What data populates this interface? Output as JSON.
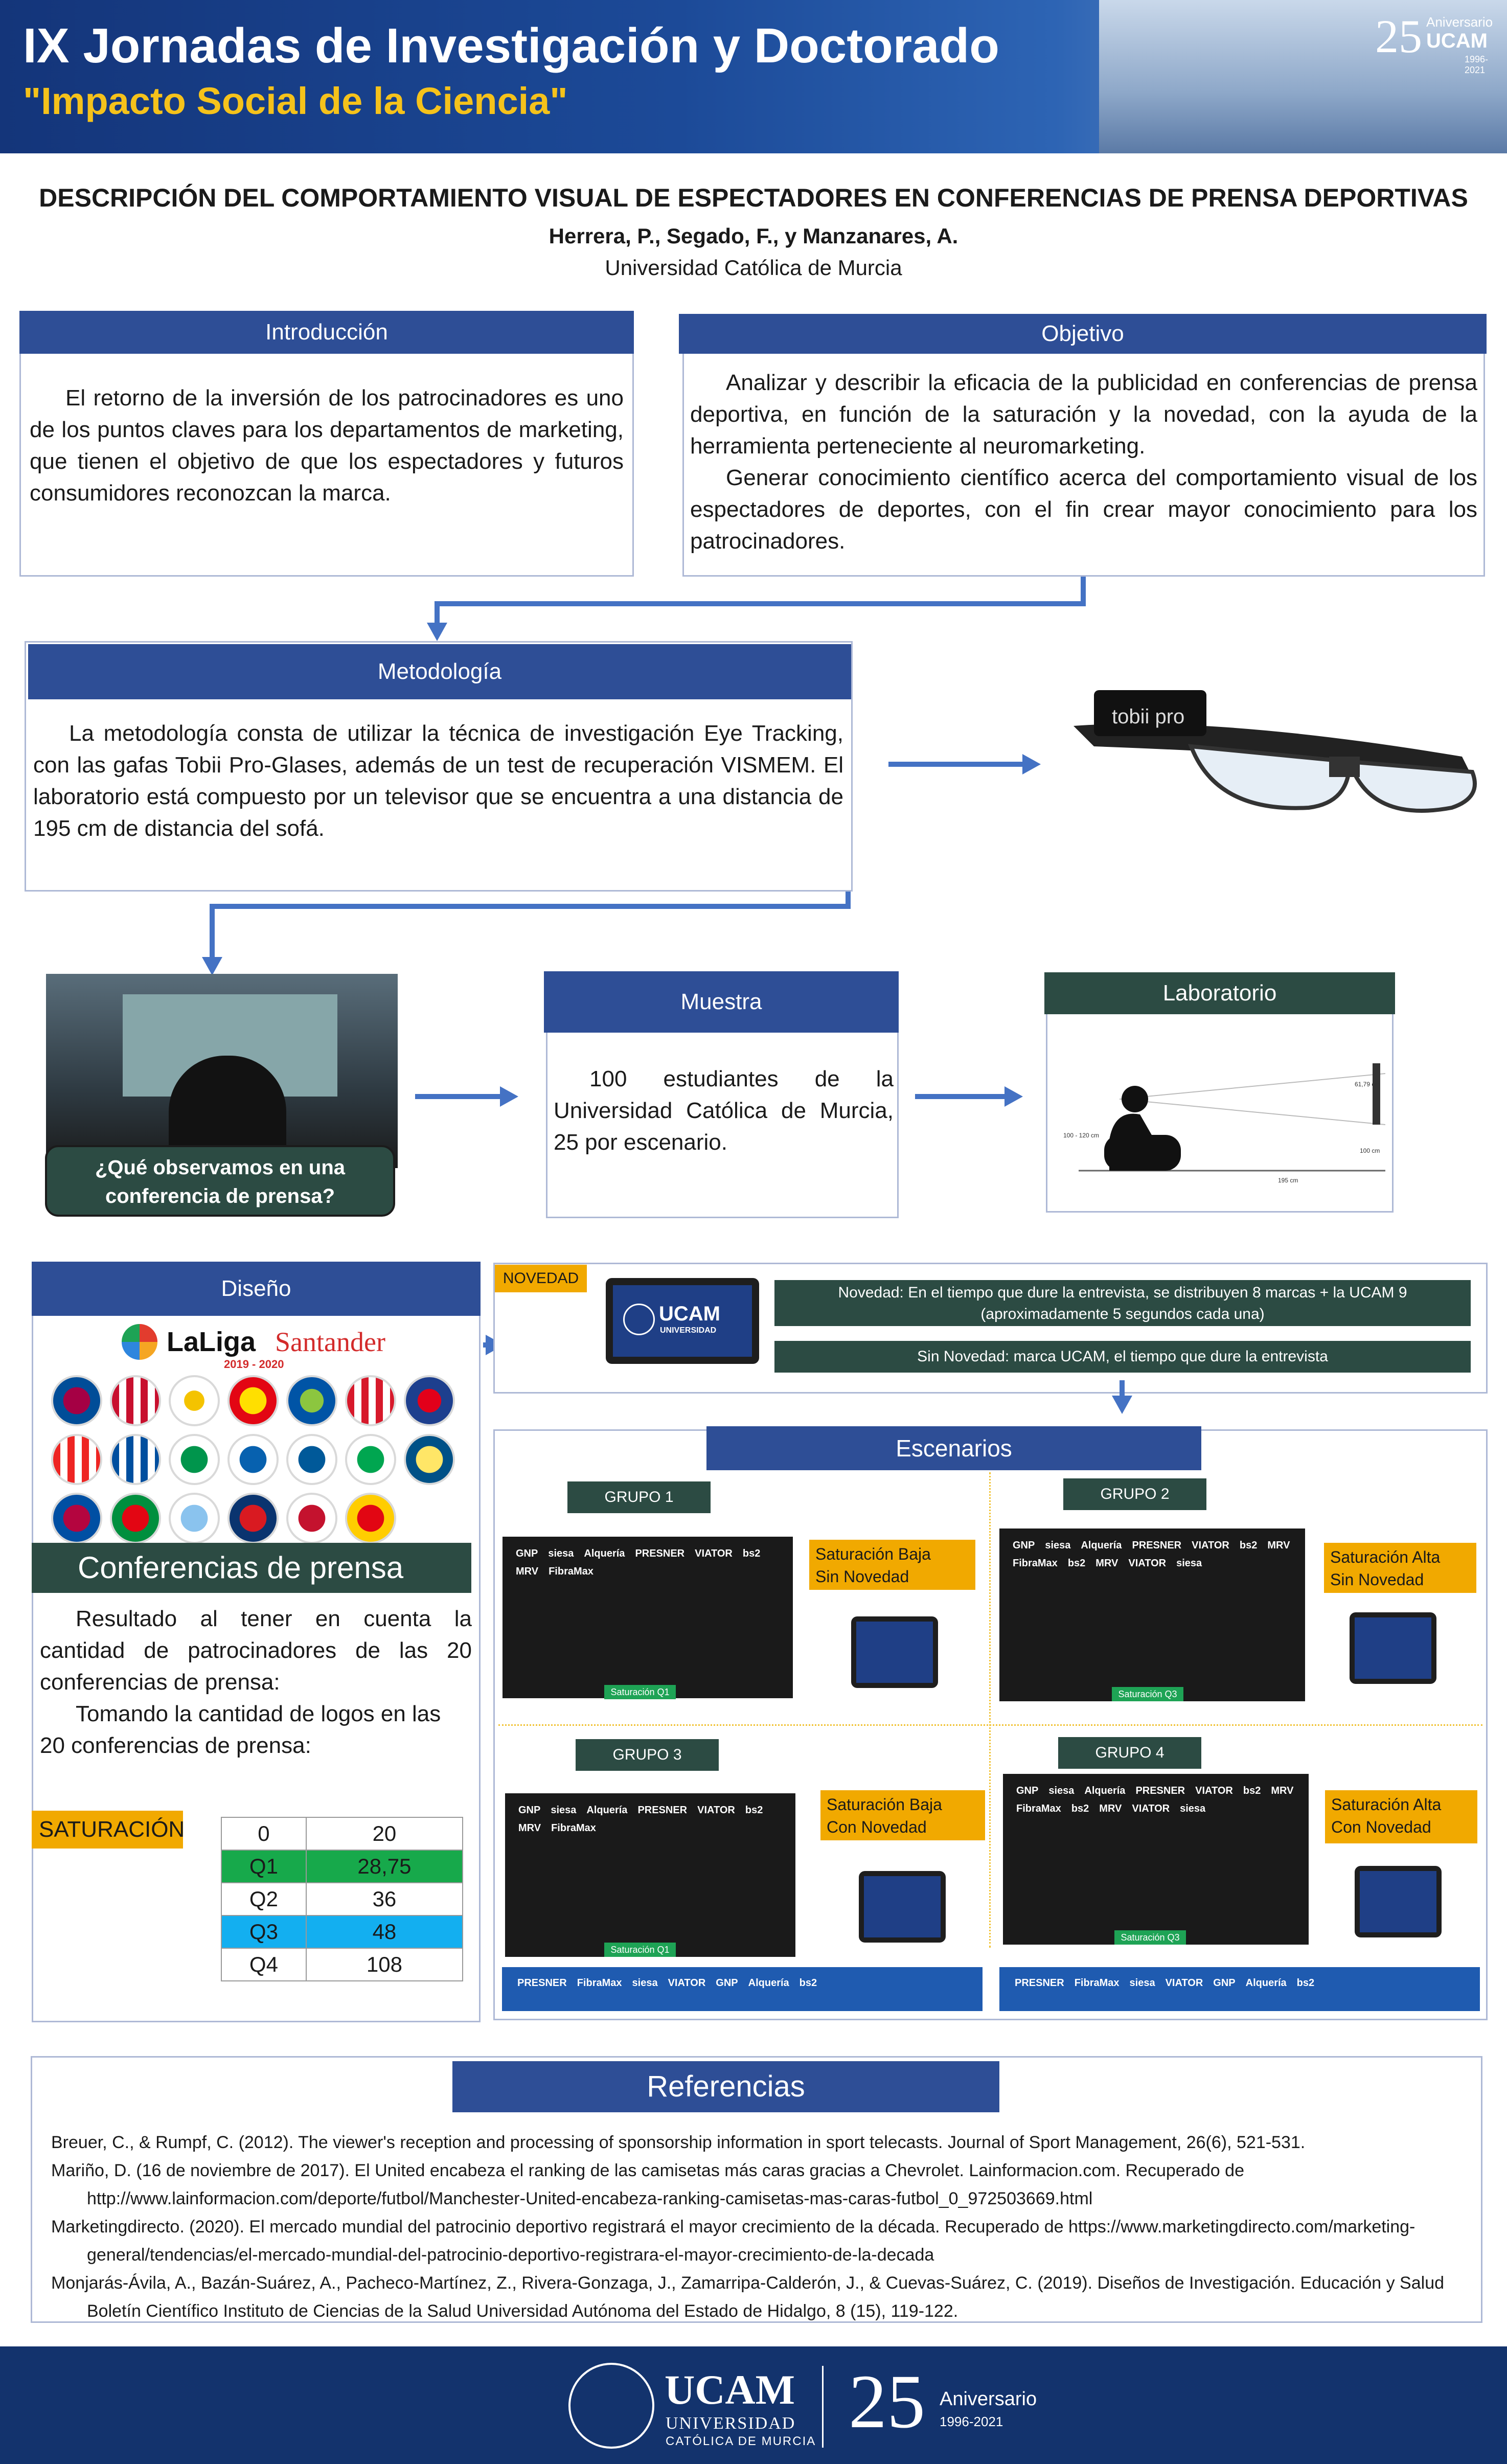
{
  "header": {
    "title": "IX Jornadas de Investigación y Doctorado",
    "subtitle": "\"Impacto Social de la Ciencia\"",
    "badge": {
      "number": "25",
      "label": "Aniversario",
      "brand": "UCAM",
      "years": "1996-2021"
    }
  },
  "paper": {
    "title": "DESCRIPCIÓN DEL COMPORTAMIENTO VISUAL DE ESPECTADORES EN CONFERENCIAS DE PRENSA DEPORTIVAS",
    "authors": "Herrera, P., Segado, F., y Manzanares, A.",
    "affiliation": "Universidad Católica de Murcia"
  },
  "intro": {
    "heading": "Introducción",
    "text": "El retorno de la inversión de los patrocinadores es uno de los puntos claves para los departamentos de marketing, que tienen el objetivo de que los espectadores y futuros consumidores reconozcan la marca."
  },
  "objective": {
    "heading": "Objetivo",
    "p1": "Analizar y describir la eficacia de la publicidad en conferencias de prensa deportiva, en función de la saturación y la novedad, con la ayuda de la herramienta perteneciente al neuromarketing.",
    "p2": "Generar conocimiento científico acerca del comportamiento visual de los espectadores de deportes, con el fin crear mayor conocimiento para los patrocinadores."
  },
  "methodology": {
    "heading": "Metodología",
    "text": "La metodología consta de utilizar la técnica de investigación Eye Tracking, con las gafas Tobii Pro-Glases, además de un test de recuperación VISMEM. El laboratorio está compuesto por un televisor que se encuentra a una distancia de 195 cm de distancia del sofá.",
    "glasses_brand": "tobii pro"
  },
  "question": "¿Qué observamos en una conferencia de prensa?",
  "sample": {
    "heading": "Muestra",
    "text": "100 estudiantes de la Universidad Católica de Murcia, 25 por escenario."
  },
  "lab": {
    "heading": "Laboratorio",
    "labels": [
      "61,79 cm",
      "100 - 120 cm",
      "100 cm",
      "195 cm"
    ]
  },
  "design": {
    "heading": "Diseño",
    "league": "LaLiga",
    "sponsor": "Santander",
    "season": "2019 - 2020",
    "section_title": "Conferencias de prensa",
    "text1": "Resultado al tener en cuenta la cantidad de patrocinadores de las 20 conferencias de prensa:",
    "text2": "Tomando la cantidad de logos en las 20 conferencias de prensa:",
    "saturation_label": "SATURACIÓN",
    "table": [
      {
        "q": "0",
        "v": "20"
      },
      {
        "q": "Q1",
        "v": "28,75"
      },
      {
        "q": "Q2",
        "v": "36"
      },
      {
        "q": "Q3",
        "v": "48"
      },
      {
        "q": "Q4",
        "v": "108"
      }
    ]
  },
  "novelty": {
    "tag": "NOVEDAD",
    "tv_logo": "UCAM",
    "tv_sub": "UNIVERSIDAD",
    "with": "Novedad: En el tiempo que dure la entrevista, se distribuyen 8 marcas + la UCAM 9 (aproximadamente 5 segundos cada una)",
    "without": "Sin Novedad: marca UCAM, el tiempo que dure la entrevista"
  },
  "scenarios": {
    "heading": "Escenarios",
    "groups": [
      {
        "label": "GRUPO 1",
        "condition": "Saturación Baja\nSin Novedad",
        "caption": "Saturación Q1"
      },
      {
        "label": "GRUPO 2",
        "condition": "Saturación Alta\nSin Novedad",
        "caption": "Saturación Q3"
      },
      {
        "label": "GRUPO 3",
        "condition": "Saturación Baja\nCon Novedad",
        "caption": "Saturación Q1"
      },
      {
        "label": "GRUPO 4",
        "condition": "Saturación Alta\nCon Novedad",
        "caption": "Saturación Q3"
      }
    ],
    "brands": [
      "GNP",
      "siesa",
      "Alquería",
      "PRESNER",
      "VIATOR",
      "bs2",
      "MRV",
      "FibraMax"
    ]
  },
  "references": {
    "heading": "Referencias",
    "items": [
      "Breuer, C., & Rumpf, C. (2012). The viewer's reception and processing of sponsorship information in sport telecasts. Journal of Sport Management, 26(6), 521-531.",
      "Mariño, D. (16 de noviembre de 2017). El United encabeza el ranking de las camisetas más caras gracias a Chevrolet. Lainformacion.com. Recuperado de http://www.lainformacion.com/deporte/futbol/Manchester-United-encabeza-ranking-camisetas-mas-caras-futbol_0_972503669.html",
      "Marketingdirecto. (2020). El mercado mundial del patrocinio deportivo registrará el mayor crecimiento de la década. Recuperado de https://www.marketingdirecto.com/marketing-general/tendencias/el-mercado-mundial-del-patrocinio-deportivo-registrara-el-mayor-crecimiento-de-la-decada",
      "Monjarás-Ávila, A., Bazán-Suárez, A., Pacheco-Martínez, Z., Rivera-Gonzaga, J., Zamarripa-Calderón, J., & Cuevas-Suárez, C. (2019). Diseños de Investigación. Educación y Salud Boletín Científico Instituto de Ciencias de la Salud Universidad Autónoma del Estado de Hidalgo, 8 (15), 119-122."
    ]
  },
  "footer": {
    "brand": "UCAM",
    "line1": "UNIVERSIDAD",
    "line2": "CATÓLICA DE MURCIA",
    "number": "25",
    "label": "Aniversario",
    "years": "1996-2021"
  }
}
